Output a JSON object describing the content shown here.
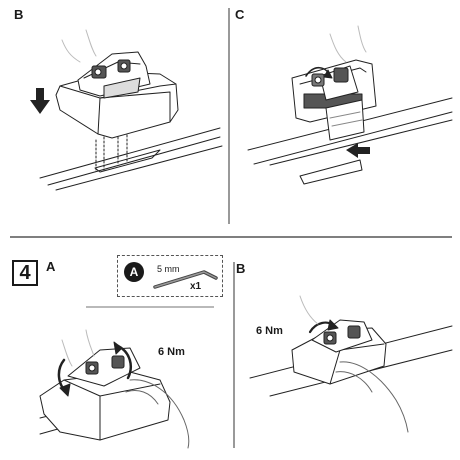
{
  "panels": {
    "b_top": {
      "label": "B"
    },
    "c_top": {
      "label": "C"
    },
    "step": {
      "number": "4",
      "sub_a": "A",
      "sub_b": "B"
    }
  },
  "tool": {
    "badge": "A",
    "size": "5 mm",
    "quantity": "x1"
  },
  "torque": {
    "left": "6 Nm",
    "right": "6 Nm"
  }
}
